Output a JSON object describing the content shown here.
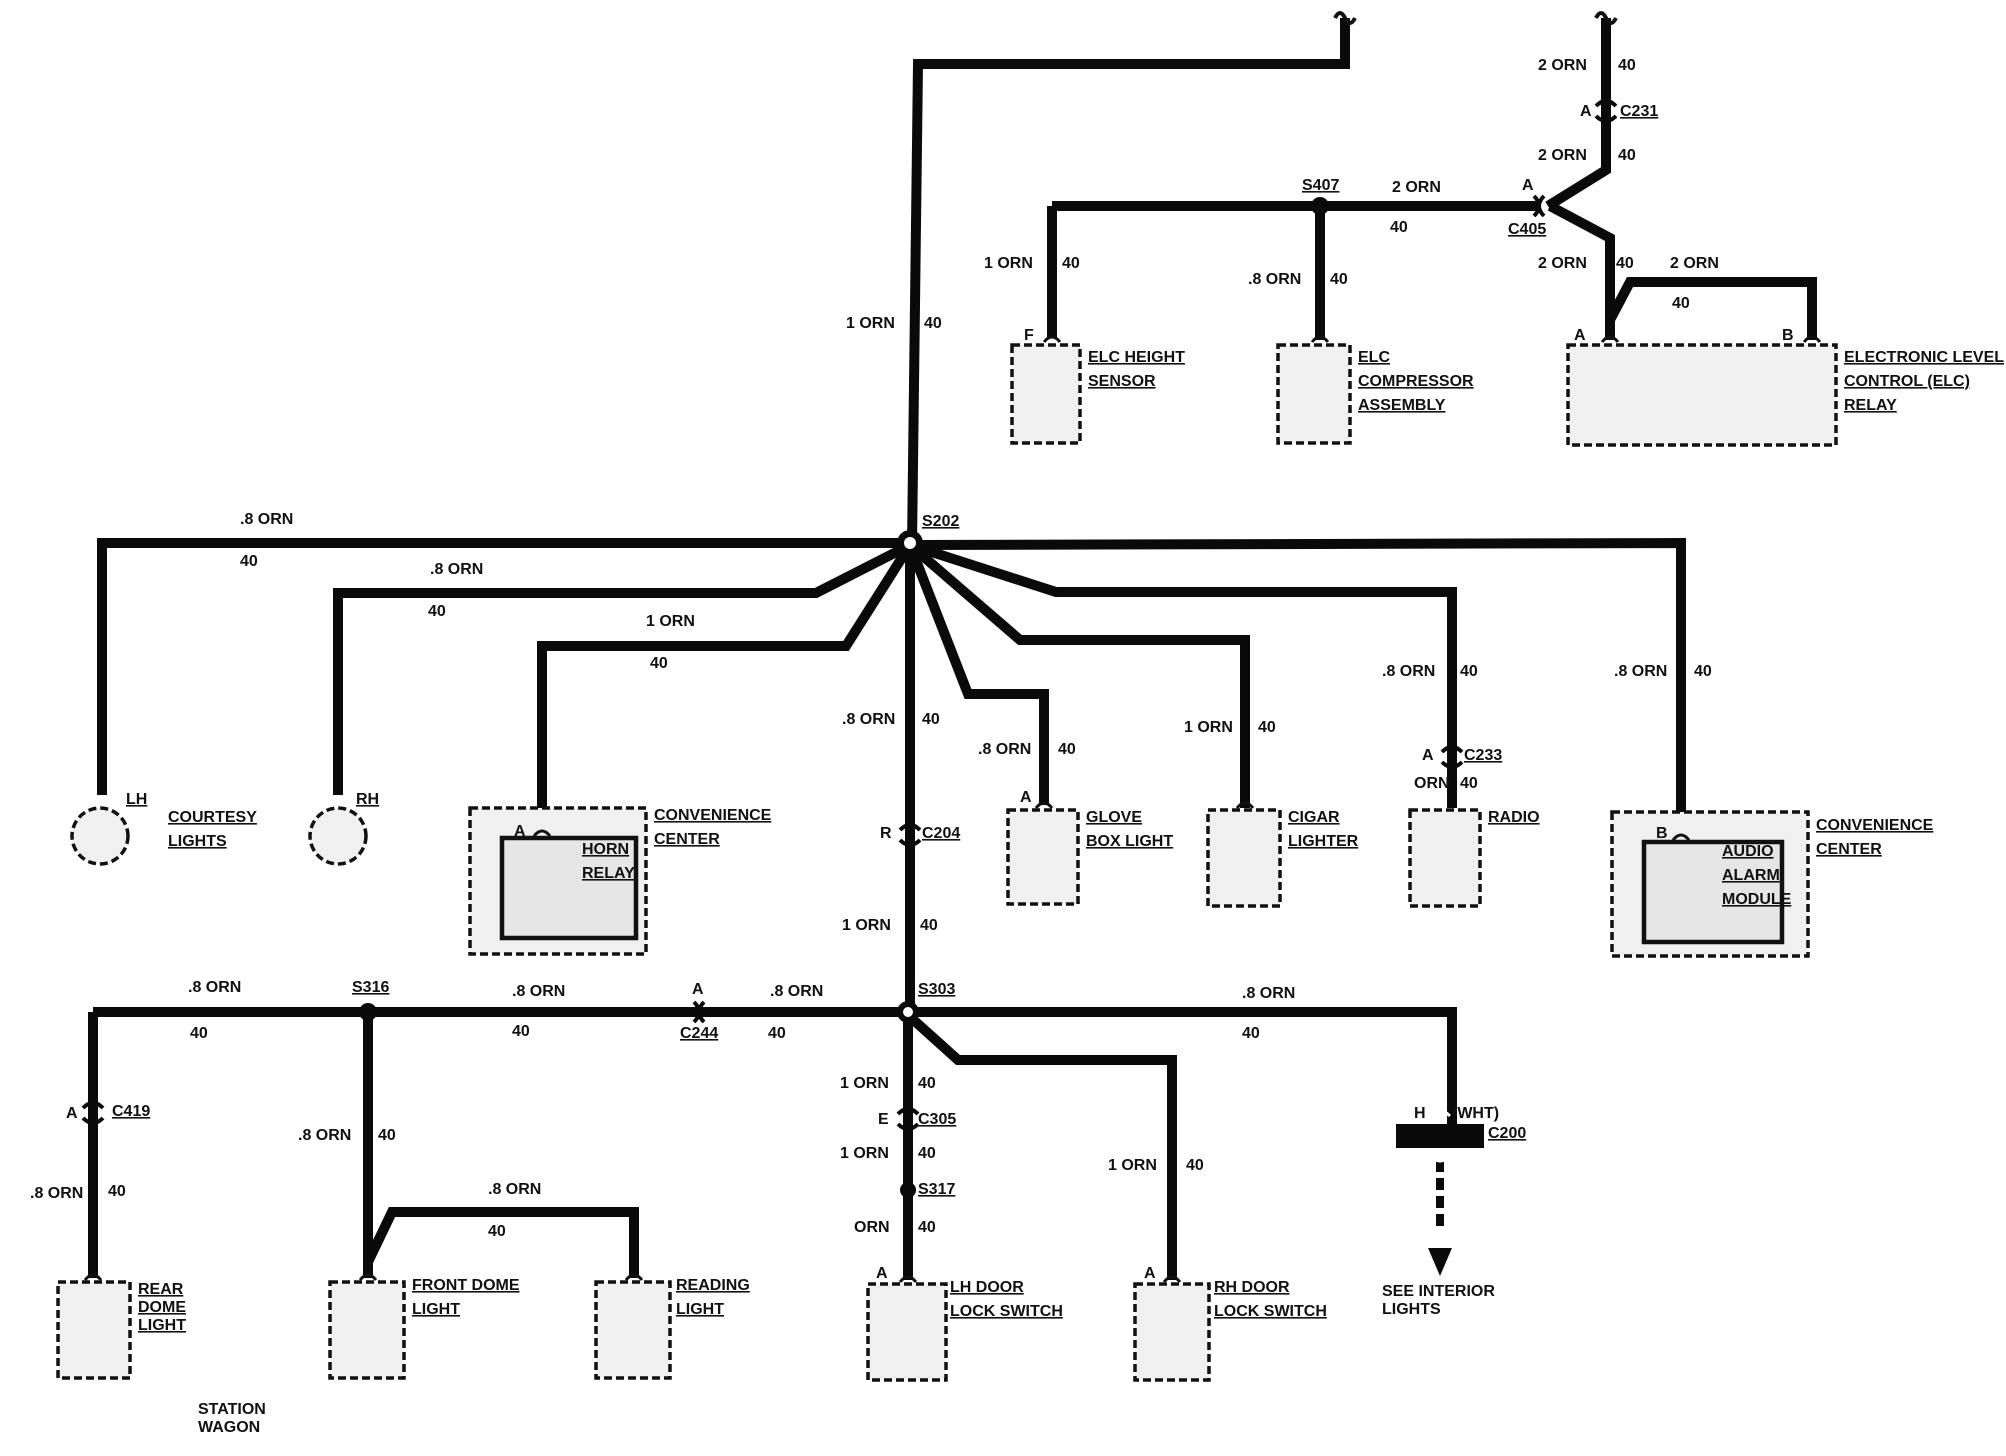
{
  "wire_labels": {
    "top_main_gauge": "1 ORN",
    "top_main_circuit": "40",
    "c231_top_gauge": "2 ORN",
    "c231_top_circuit": "40",
    "c231_bot_gauge": "2 ORN",
    "c231_bot_circuit": "40",
    "s407_right_gauge": "2 ORN",
    "s407_right_circuit": "40",
    "elc_sensor_gauge": "1 ORN",
    "elc_sensor_circuit": "40",
    "elc_comp_gauge": ".8 ORN",
    "elc_comp_circuit": "40",
    "elc_relay_a_gauge": "2 ORN",
    "elc_relay_a_circuit": "40",
    "elc_relay_b_gauge": "2 ORN",
    "elc_relay_b_circuit": "40",
    "lh_gauge": ".8 ORN",
    "lh_circuit": "40",
    "rh_gauge": ".8 ORN",
    "rh_circuit": "40",
    "horn_gauge": "1 ORN",
    "horn_circuit": "40",
    "s202_down_gauge": ".8 ORN",
    "s202_down_circuit": "40",
    "glove_gauge": ".8 ORN",
    "glove_circuit": "40",
    "cigar_gauge": "1 ORN",
    "cigar_circuit": "40",
    "radio_gauge": ".8 ORN",
    "radio_circuit": "40",
    "radio_below_gauge": "ORN",
    "radio_below_circuit": "40",
    "alarm_gauge": ".8 ORN",
    "alarm_circuit": "40",
    "c204_below_gauge": "1 ORN",
    "c204_below_circuit": "40",
    "rear_top_gauge": ".8 ORN",
    "rear_top_circuit": "40",
    "s316_right_gauge": ".8 ORN",
    "s316_right_circuit": "40",
    "c244_right_gauge": ".8 ORN",
    "c244_right_circuit": "40",
    "s303_right_gauge": ".8 ORN",
    "s303_right_circuit": "40",
    "rear_dome_gauge": ".8 ORN",
    "rear_dome_circuit": "40",
    "front_dome_gauge": ".8 ORN",
    "front_dome_circuit": "40",
    "reading_gauge": ".8 ORN",
    "reading_circuit": "40",
    "s303_down_gauge": "1 ORN",
    "s303_down_circuit": "40",
    "c305_below_gauge": "1 ORN",
    "c305_below_circuit": "40",
    "lh_door_gauge": "ORN",
    "lh_door_circuit": "40",
    "rh_door_gauge": "1 ORN",
    "rh_door_circuit": "40"
  },
  "splices": {
    "s407": "S407",
    "s202": "S202",
    "s303": "S303",
    "s316": "S316",
    "s317": "S317"
  },
  "connectors": {
    "c231": "C231",
    "c231_pin": "A",
    "c405": "C405",
    "c405_pin": "A",
    "c233": "C233",
    "c233_pin": "A",
    "c204": "C204",
    "c204_pin": "R",
    "c244": "C244",
    "c244_pin": "A",
    "c419": "C419",
    "c419_pin": "A",
    "c305": "C305",
    "c305_pin": "E",
    "c200": "C200",
    "c200_pin": "H",
    "c200_color": "(WHT)"
  },
  "components": {
    "elc_sensor": [
      "ELC HEIGHT",
      "SENSOR"
    ],
    "elc_sensor_pin": "F",
    "elc_compressor": [
      "ELC",
      "COMPRESSOR",
      "ASSEMBLY"
    ],
    "elc_relay": [
      "ELECTRONIC LEVEL",
      "CONTROL (ELC)",
      "RELAY"
    ],
    "elc_relay_pin_a": "A",
    "elc_relay_pin_b": "B",
    "lh_light": "LH",
    "rh_light": "RH",
    "courtesy": [
      "COURTESY",
      "LIGHTS"
    ],
    "horn_relay": [
      "HORN",
      "RELAY"
    ],
    "horn_pin": "A",
    "convenience_center_1": [
      "CONVENIENCE",
      "CENTER"
    ],
    "glove_box": [
      "GLOVE",
      "BOX LIGHT"
    ],
    "glove_pin": "A",
    "cigar": [
      "CIGAR",
      "LIGHTER"
    ],
    "radio": "RADIO",
    "audio_alarm": [
      "AUDIO",
      "ALARM",
      "MODULE"
    ],
    "audio_pin": "B",
    "convenience_center_2": [
      "CONVENIENCE",
      "CENTER"
    ],
    "rear_dome": [
      "REAR",
      "DOME",
      "LIGHT"
    ],
    "front_dome": [
      "FRONT DOME",
      "LIGHT"
    ],
    "reading": [
      "READING",
      "LIGHT"
    ],
    "lh_door": [
      "LH DOOR",
      "LOCK SWITCH"
    ],
    "lh_door_pin": "A",
    "rh_door": [
      "RH DOOR",
      "LOCK SWITCH"
    ],
    "rh_door_pin": "A",
    "see_interior": [
      "SEE INTERIOR",
      "LIGHTS"
    ],
    "station_wagon": [
      "STATION",
      "WAGON"
    ]
  }
}
